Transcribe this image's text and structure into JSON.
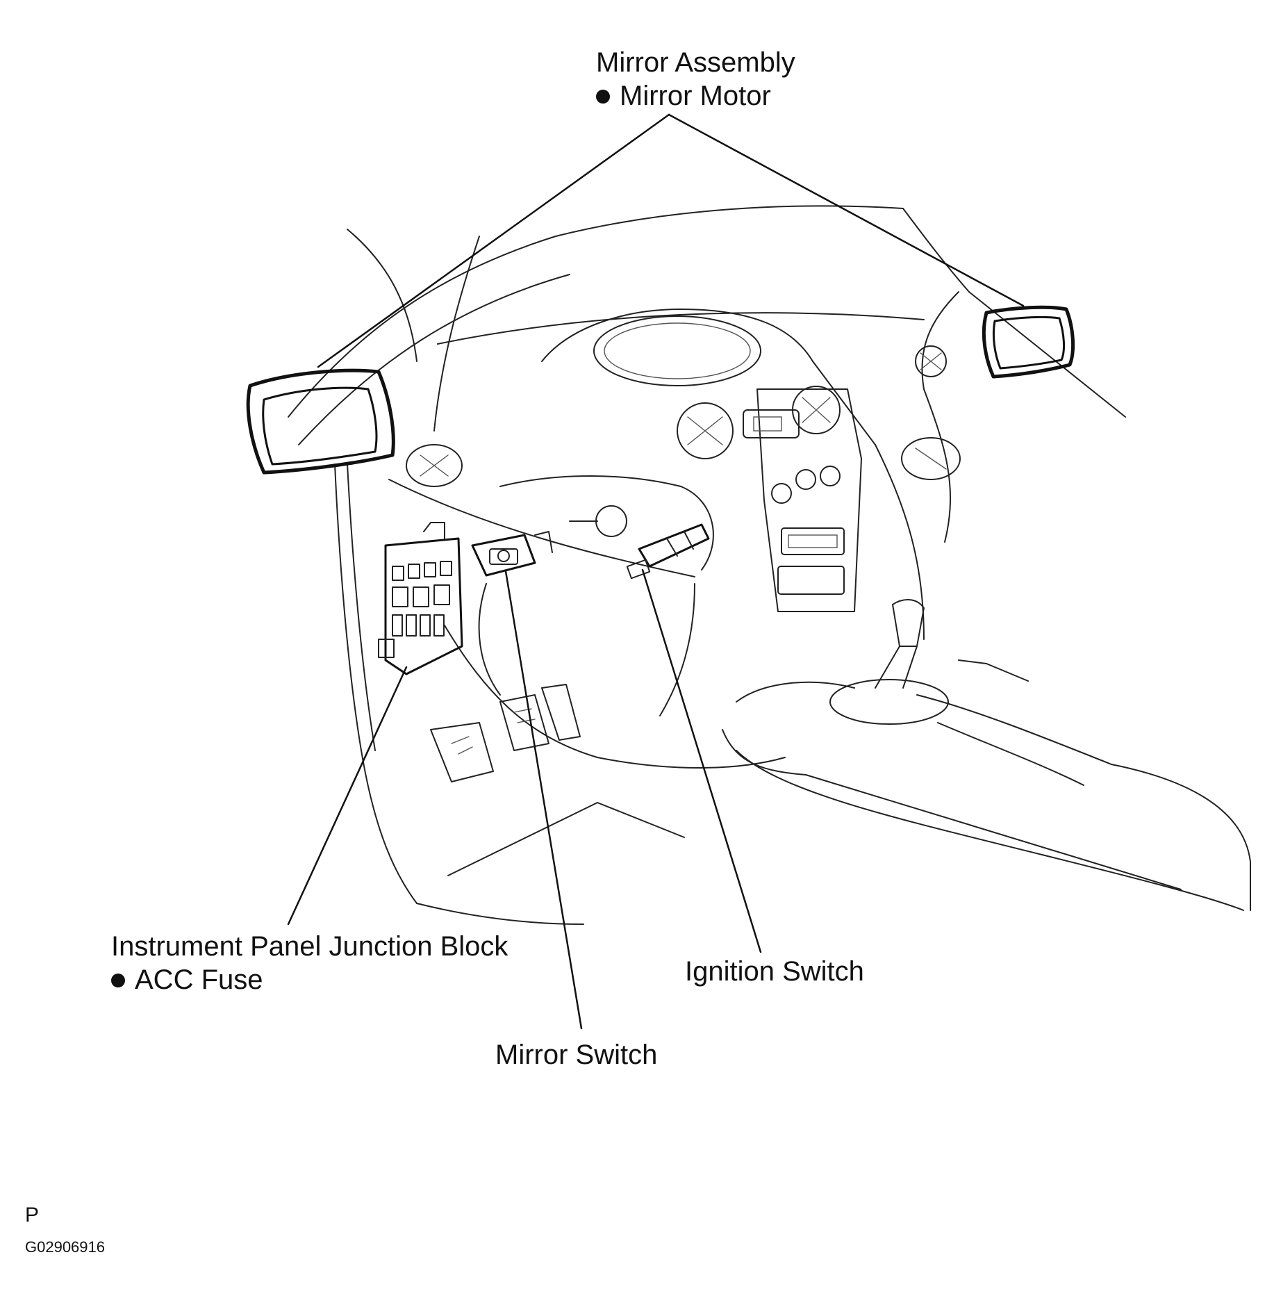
{
  "labels": {
    "mirror_assembly": {
      "title": "Mirror Assembly",
      "bullet": "Mirror Motor"
    },
    "junction_block": {
      "title": "Instrument Panel Junction Block",
      "bullet": "ACC Fuse"
    },
    "ignition_switch": "Ignition Switch",
    "mirror_switch": "Mirror Switch"
  },
  "footer": {
    "code_letter": "P",
    "figure_id": "G02906916"
  },
  "colors": {
    "line": "#111111",
    "background": "#ffffff"
  }
}
